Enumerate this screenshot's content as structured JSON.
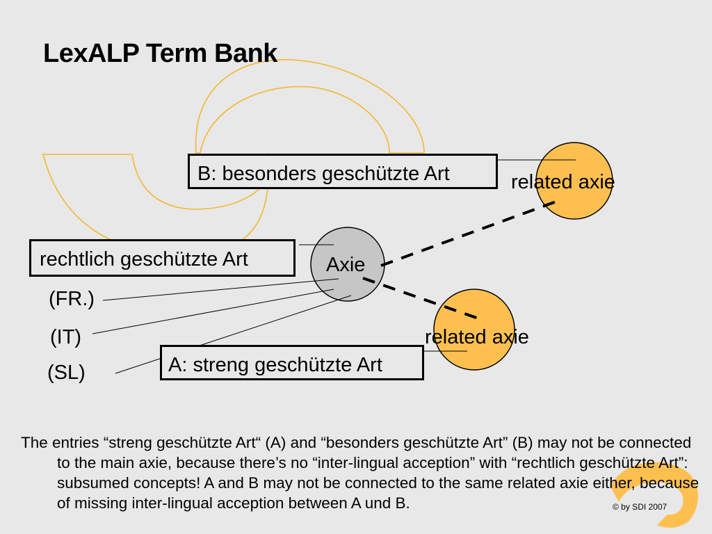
{
  "slide": {
    "title": "LexALP Term Bank",
    "boxes": {
      "b": "B: besonders geschützte Art",
      "main": "rechtlich geschützte Art",
      "a": "A: streng geschützte Art"
    },
    "languages": [
      "(FR.)",
      "(IT)",
      "(SL)"
    ],
    "nodes": {
      "axie": "Axie",
      "related_top": "related axie",
      "related_bottom": "related axie"
    },
    "caption": "The entries “streng geschützte Art“ (A) and “besonders geschützte Art” (B) may not be connected to the main axie, because there’s no “inter-lingual acception” with “rechtlich geschützte Art”: subsumed concepts! A and B may not be connected to the same related axie either, because of missing inter-lingual acception between A und B.",
    "copyright": "© by SDI 2007"
  },
  "colors": {
    "background": "#e8e8e8",
    "accent_orange": "#fdc050",
    "logo_stroke": "#f3b730",
    "axie_gray": "#c6c6c6"
  }
}
